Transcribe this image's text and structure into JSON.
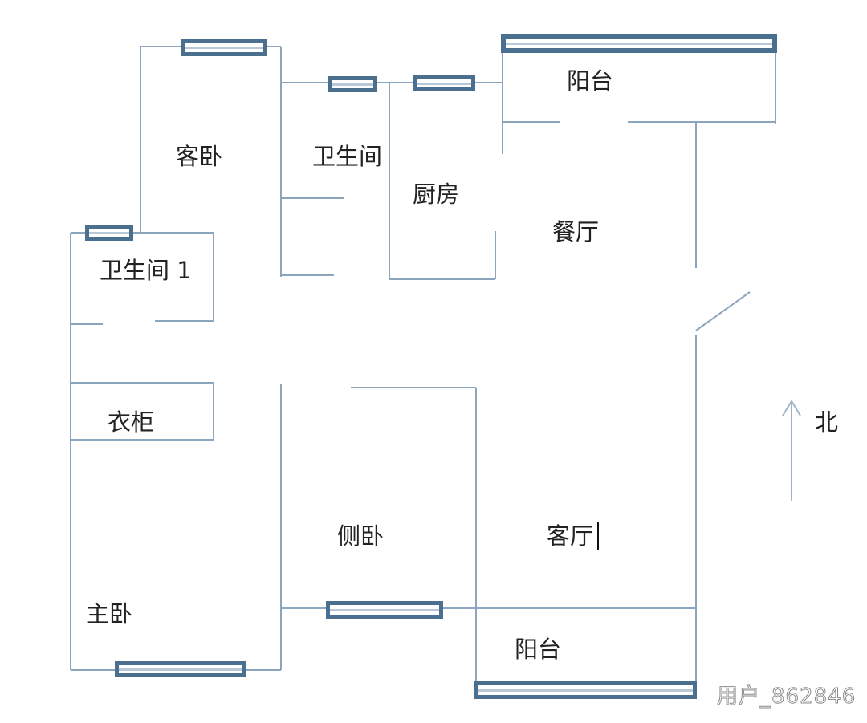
{
  "rooms": {
    "guest_bedroom": "客卧",
    "bathroom": "卫生间",
    "kitchen": "厨房",
    "balcony_north": "阳台",
    "dining_room": "餐厅",
    "bathroom_1": "卫生间 1",
    "wardrobe": "衣柜",
    "side_bedroom": "侧卧",
    "living_room": "客厅",
    "master_bedroom": "主卧",
    "balcony_south": "阳台"
  },
  "compass": {
    "label": "北",
    "icon": "north-arrow-icon"
  },
  "watermark": "用户_862846",
  "colors": {
    "wall": "#8aa5bd",
    "window_frame": "#4b6f8f",
    "text": "#222222"
  }
}
